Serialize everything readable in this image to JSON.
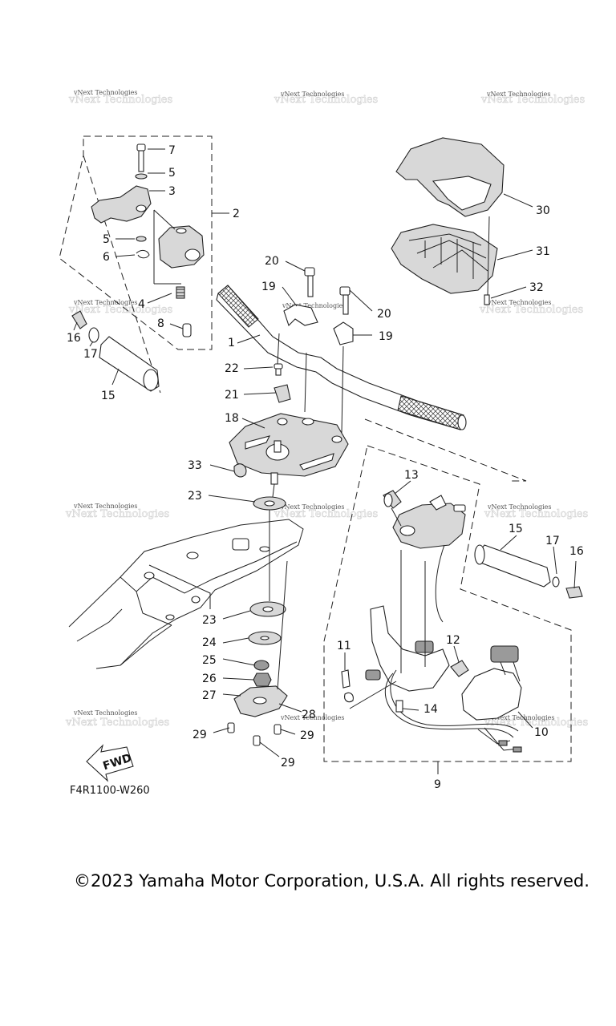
{
  "diagram_code": "F4R1100-W260",
  "copyright": "©2023 Yamaha Motor Corporation, U.S.A. All rights reserved.",
  "watermark": "vNext Technologies",
  "fwd_label": "FWD",
  "callouts": {
    "c1": "1",
    "c2": "2",
    "c3": "3",
    "c4": "4",
    "c5a": "5",
    "c5b": "5",
    "c6": "6",
    "c7": "7",
    "c8": "8",
    "c9": "9",
    "c10": "10",
    "c11": "11",
    "c12": "12",
    "c13": "13",
    "c14": "14",
    "c15a": "15",
    "c15b": "15",
    "c16a": "16",
    "c16b": "16",
    "c17a": "17",
    "c17b": "17",
    "c18": "18",
    "c19a": "19",
    "c19b": "19",
    "c20a": "20",
    "c20b": "20",
    "c21": "21",
    "c22": "22",
    "c23a": "23",
    "c23b": "23",
    "c24": "24",
    "c25": "25",
    "c26": "26",
    "c27": "27",
    "c28": "28",
    "c29a": "29",
    "c29b": "29",
    "c29c": "29",
    "c30": "30",
    "c31": "31",
    "c32": "32",
    "c33": "33"
  }
}
